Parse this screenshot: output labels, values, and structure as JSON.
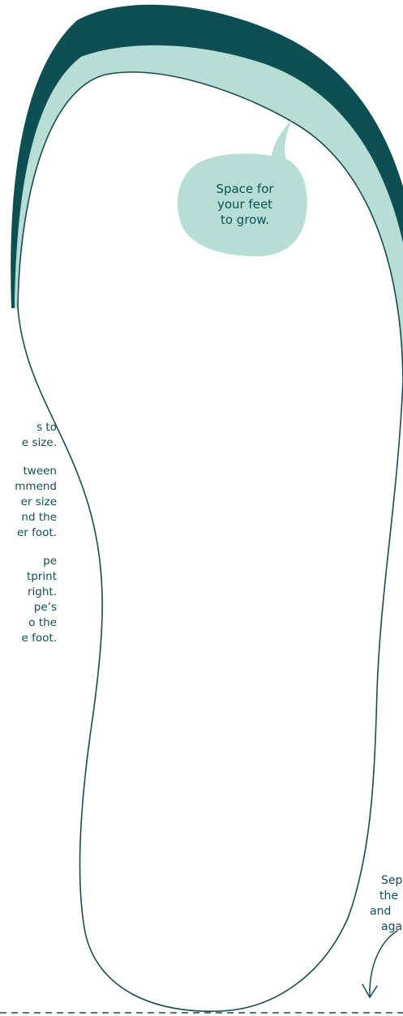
{
  "colors": {
    "dark_teal": "#0e4f54",
    "light_teal": "#b6ded5",
    "bubble": "#b6ded5",
    "outline": "#1a4a4f"
  },
  "bubble": {
    "lines": [
      "Space for",
      "your feet",
      "to grow."
    ]
  },
  "left_notes": {
    "para1": [
      "s to",
      "e size."
    ],
    "para2": [
      "tween",
      "mmend",
      "er size",
      "nd the",
      "er foot."
    ],
    "para3": [
      "pe",
      "tprint",
      "right.",
      "pe’s",
      "o the",
      "e foot."
    ]
  },
  "right_note": {
    "lines": [
      "Sep",
      "the",
      "and",
      "aga"
    ]
  },
  "icons": {
    "arrow": "curved-arrow-down-icon",
    "cut_line": "dashed-cut-line"
  }
}
